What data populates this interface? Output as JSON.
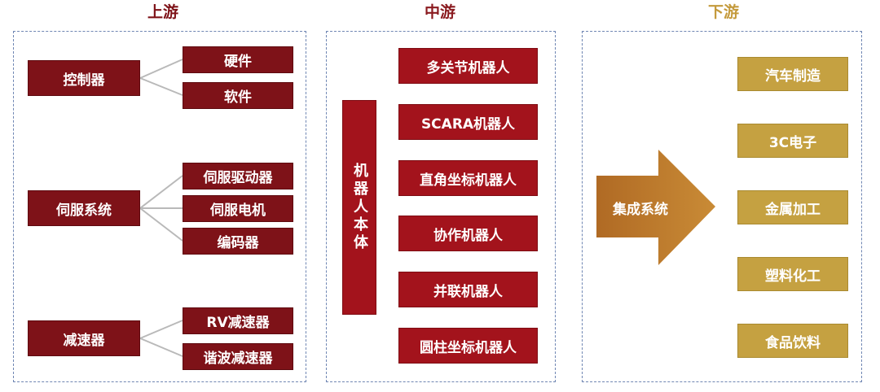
{
  "headers": {
    "upstream": "上游",
    "midstream": "中游",
    "downstream": "下游"
  },
  "upstream": {
    "groups": [
      {
        "label": "控制器",
        "children": [
          "硬件",
          "软件"
        ]
      },
      {
        "label": "伺服系统",
        "children": [
          "伺服驱动器",
          "伺服电机",
          "编码器"
        ]
      },
      {
        "label": "减速器",
        "children": [
          "RV减速器",
          "谐波减速器"
        ]
      }
    ]
  },
  "midstream": {
    "main": "机器人本体",
    "types": [
      "多关节机器人",
      "SCARA机器人",
      "直角坐标机器人",
      "协作机器人",
      "并联机器人",
      "圆柱坐标机器人"
    ]
  },
  "downstream": {
    "arrow_label": "集成系统",
    "applications": [
      "汽车制造",
      "3C电子",
      "金属加工",
      "塑料化工",
      "食品饮料"
    ]
  },
  "colors": {
    "header_up": "#7e1218",
    "header_mid": "#8a1a1f",
    "header_down": "#c49a3c",
    "box_dark_red": "#7e1218",
    "box_red": "#a3131c",
    "box_gold": "#c5a141",
    "arrow_gold": "#b5772a",
    "panel_border": "#6f86b3"
  }
}
